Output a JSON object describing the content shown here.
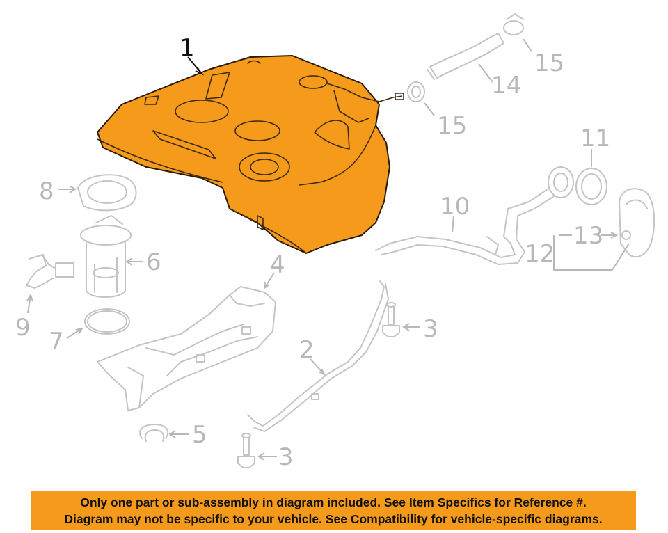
{
  "callouts": {
    "c1": "1",
    "c2": "2",
    "c3a": "3",
    "c3b": "3",
    "c4": "4",
    "c5": "5",
    "c6": "6",
    "c7": "7",
    "c8": "8",
    "c9": "9",
    "c10": "10",
    "c11": "11",
    "c12": "12",
    "c13": "13",
    "c14": "14",
    "c15a": "15",
    "c15b": "15"
  },
  "highlighted_part": "1",
  "colors": {
    "highlight_fill": "#f59a1b",
    "ghost_line": "#c4c4c4",
    "notice_bg": "#f59a1b"
  },
  "notice": {
    "line1": "Only one part or sub-assembly in diagram included. See Item Specifics for Reference #.",
    "line2": "Diagram may not be specific to your vehicle. See Compatibility for vehicle-specific diagrams."
  }
}
